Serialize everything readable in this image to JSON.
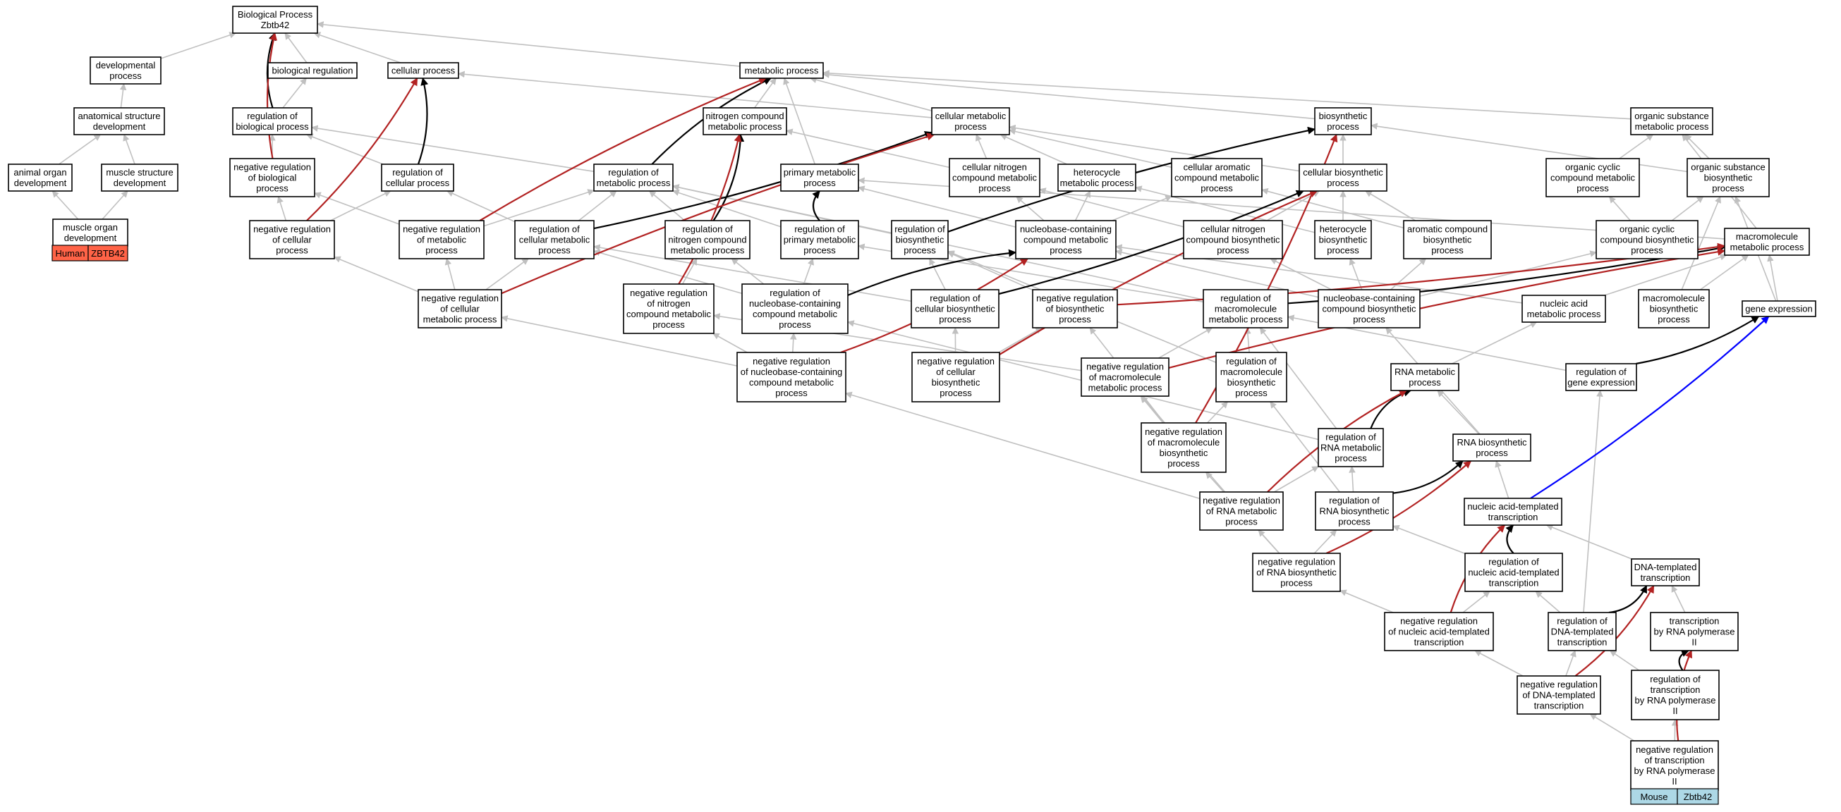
{
  "colors": {
    "grey_edge": "#c0c0c0",
    "black_edge": "#000000",
    "red_edge": "#b22222",
    "blue_edge": "#0000ff",
    "human_tag": "#ff6347",
    "mouse_tag": "#add8e6"
  },
  "nodes": {
    "bp": [
      "Biological Process",
      "Zbtb42"
    ],
    "dev": [
      "developmental",
      "process"
    ],
    "biolreg": [
      "biological regulation"
    ],
    "cellproc": [
      "cellular process"
    ],
    "metproc": [
      "metabolic process"
    ],
    "anat": [
      "anatomical structure",
      "development"
    ],
    "regbio": [
      "regulation of",
      "biological process"
    ],
    "nitrometa": [
      "nitrogen compound",
      "metabolic process"
    ],
    "cellmeta": [
      "cellular metabolic",
      "process"
    ],
    "biosyn": [
      "biosynthetic",
      "process"
    ],
    "orgsub": [
      "organic substance",
      "metabolic process"
    ],
    "animal": [
      "animal organ",
      "development"
    ],
    "muscstr": [
      "muscle structure",
      "development"
    ],
    "negregbio": [
      "negative regulation",
      "of biological",
      "process"
    ],
    "regcell": [
      "regulation of",
      "cellular process"
    ],
    "regmeta": [
      "regulation of",
      "metabolic process"
    ],
    "primmeta": [
      "primary metabolic",
      "process"
    ],
    "cellnitro": [
      "cellular nitrogen",
      "compound metabolic",
      "process"
    ],
    "hetmeta": [
      "heterocycle",
      "metabolic process"
    ],
    "cellarom": [
      "cellular aromatic",
      "compound metabolic",
      "process"
    ],
    "cellbio": [
      "cellular biosynthetic",
      "process"
    ],
    "orgcyc": [
      "organic cyclic",
      "compound metabolic",
      "process"
    ],
    "orgsubbio": [
      "organic substance",
      "biosynthetic",
      "process"
    ],
    "muscorg": [
      "muscle organ",
      "development"
    ],
    "negregcell": [
      "negative regulation",
      "of cellular",
      "process"
    ],
    "negregmeta": [
      "negative regulation",
      "of metabolic",
      "process"
    ],
    "regcellmeta": [
      "regulation of",
      "cellular metabolic",
      "process"
    ],
    "regnitro": [
      "regulation of",
      "nitrogen compound",
      "metabolic process"
    ],
    "regprim": [
      "regulation of",
      "primary metabolic",
      "process"
    ],
    "regbiosyn": [
      "regulation of",
      "biosynthetic",
      "process"
    ],
    "nucmeta": [
      "nucleobase-containing",
      "compound metabolic",
      "process"
    ],
    "cellnitrobio": [
      "cellular nitrogen",
      "compound biosynthetic",
      "process"
    ],
    "hetbio": [
      "heterocycle",
      "biosynthetic",
      "process"
    ],
    "arombio": [
      "aromatic compound",
      "biosynthetic",
      "process"
    ],
    "orgcycbio": [
      "organic cyclic",
      "compound biosynthetic",
      "process"
    ],
    "macmeta": [
      "macromolecule",
      "metabolic process"
    ],
    "negregcellmeta": [
      "negative regulation",
      "of cellular",
      "metabolic process"
    ],
    "negregnitro": [
      "negative regulation",
      "of nitrogen",
      "compound metabolic",
      "process"
    ],
    "regnucmeta": [
      "regulation of",
      "nucleobase-containing",
      "compound metabolic",
      "process"
    ],
    "regcellbio": [
      "regulation of",
      "cellular biosynthetic",
      "process"
    ],
    "negregbiosyn": [
      "negative regulation",
      "of biosynthetic",
      "process"
    ],
    "regmacmeta": [
      "regulation of",
      "macromolecule",
      "metabolic process"
    ],
    "nucbio": [
      "nucleobase-containing",
      "compound biosynthetic",
      "process"
    ],
    "nucacidmeta": [
      "nucleic acid",
      "metabolic process"
    ],
    "macbio": [
      "macromolecule",
      "biosynthetic",
      "process"
    ],
    "geneexp": [
      "gene expression"
    ],
    "negregnucmeta": [
      "negative regulation",
      "of nucleobase-containing",
      "compound metabolic",
      "process"
    ],
    "negregcellbio": [
      "negative regulation",
      "of cellular",
      "biosynthetic",
      "process"
    ],
    "negregmacmeta": [
      "negative regulation",
      "of macromolecule",
      "metabolic process"
    ],
    "regmacbio": [
      "regulation of",
      "macromolecule",
      "biosynthetic",
      "process"
    ],
    "rnameta": [
      "RNA metabolic",
      "process"
    ],
    "reggeneexp": [
      "regulation of",
      "gene expression"
    ],
    "negregmacbio": [
      "negative regulation",
      "of macromolecule",
      "biosynthetic",
      "process"
    ],
    "regrnameta": [
      "regulation of",
      "RNA metabolic",
      "process"
    ],
    "rnabio": [
      "RNA biosynthetic",
      "process"
    ],
    "negregrnameta": [
      "negative regulation",
      "of RNA metabolic",
      "process"
    ],
    "regrnabio": [
      "regulation of",
      "RNA biosynthetic",
      "process"
    ],
    "nucacidtrans": [
      "nucleic acid-templated",
      "transcription"
    ],
    "negregrnabio": [
      "negative regulation",
      "of RNA biosynthetic",
      "process"
    ],
    "regnucacidtrans": [
      "regulation of",
      "nucleic acid-templated",
      "transcription"
    ],
    "dnatrans": [
      "DNA-templated",
      "transcription"
    ],
    "negregnucacidtrans": [
      "negative regulation",
      "of nucleic acid-templated",
      "transcription"
    ],
    "regdnatrans": [
      "regulation of",
      "DNA-templated",
      "transcription"
    ],
    "transrnapol": [
      "transcription",
      "by RNA polymerase",
      "II"
    ],
    "negregdnatrans": [
      "negative regulation",
      "of DNA-templated",
      "transcription"
    ],
    "regtransrnapol": [
      "regulation of",
      "transcription",
      "by RNA polymerase",
      "II"
    ],
    "negregtransrnapol": [
      "negative regulation",
      "of transcription",
      "by RNA polymerase",
      "II"
    ]
  },
  "tags": {
    "human_species": "Human",
    "human_gene": "ZBTB42",
    "mouse_species": "Mouse",
    "mouse_gene": "Zbtb42"
  }
}
